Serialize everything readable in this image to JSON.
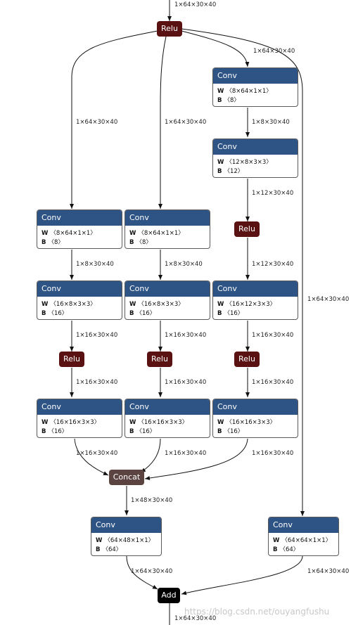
{
  "nodes": {
    "relu_top": "Relu",
    "relu_b2": "Relu",
    "relu_b0": "Relu",
    "relu_b1": "Relu",
    "relu_b2b": "Relu",
    "concat": "Concat",
    "add": "Add",
    "conv_b2_1": {
      "title": "Conv",
      "w": "〈8×64×1×1〉",
      "b": "〈8〉"
    },
    "conv_b2_2": {
      "title": "Conv",
      "w": "〈12×8×3×3〉",
      "b": "〈12〉"
    },
    "conv_b0_1": {
      "title": "Conv",
      "w": "〈8×64×1×1〉",
      "b": "〈8〉"
    },
    "conv_b1_1": {
      "title": "Conv",
      "w": "〈8×64×1×1〉",
      "b": "〈8〉"
    },
    "conv_b0_2": {
      "title": "Conv",
      "w": "〈16×8×3×3〉",
      "b": "〈16〉"
    },
    "conv_b1_2": {
      "title": "Conv",
      "w": "〈16×8×3×3〉",
      "b": "〈16〉"
    },
    "conv_b2_3": {
      "title": "Conv",
      "w": "〈16×12×3×3〉",
      "b": "〈16〉"
    },
    "conv_b0_3": {
      "title": "Conv",
      "w": "〈16×16×3×3〉",
      "b": "〈16〉"
    },
    "conv_b1_3": {
      "title": "Conv",
      "w": "〈16×16×3×3〉",
      "b": "〈16〉"
    },
    "conv_b2_4": {
      "title": "Conv",
      "w": "〈16×16×3×3〉",
      "b": "〈16〉"
    },
    "conv_merge": {
      "title": "Conv",
      "w": "〈64×48×1×1〉",
      "b": "〈64〉"
    },
    "conv_shortcut": {
      "title": "Conv",
      "w": "〈64×64×1×1〉",
      "b": "〈64〉"
    }
  },
  "attr_labels": {
    "w": "W",
    "b": "B"
  },
  "edges": {
    "in_top": "1×64×30×40",
    "top_to_b2": "1×64×30×40",
    "top_to_b0": "1×64×30×40",
    "top_to_b1": "1×64×30×40",
    "top_to_shortcut": "1×64×30×40",
    "b2_1_out": "1×8×30×40",
    "b2_2_out": "1×12×30×40",
    "b2_relu_out": "1×12×30×40",
    "b0_1_out": "1×8×30×40",
    "b1_1_out": "1×8×30×40",
    "b0_2_out": "1×16×30×40",
    "b1_2_out": "1×16×30×40",
    "b2_3_out": "1×16×30×40",
    "b0_relu_out": "1×16×30×40",
    "b1_relu_out": "1×16×30×40",
    "b2b_relu_out": "1×16×30×40",
    "b0_3_out": "1×16×30×40",
    "b1_3_out": "1×16×30×40",
    "b2_4_out": "1×16×30×40",
    "concat_out": "1×48×30×40",
    "merge_out": "1×64×30×40",
    "shortcut_out": "1×64×30×40",
    "add_out": "1×64×30×40"
  },
  "watermark": "https://blog.csdn.net/ouyangfushu"
}
